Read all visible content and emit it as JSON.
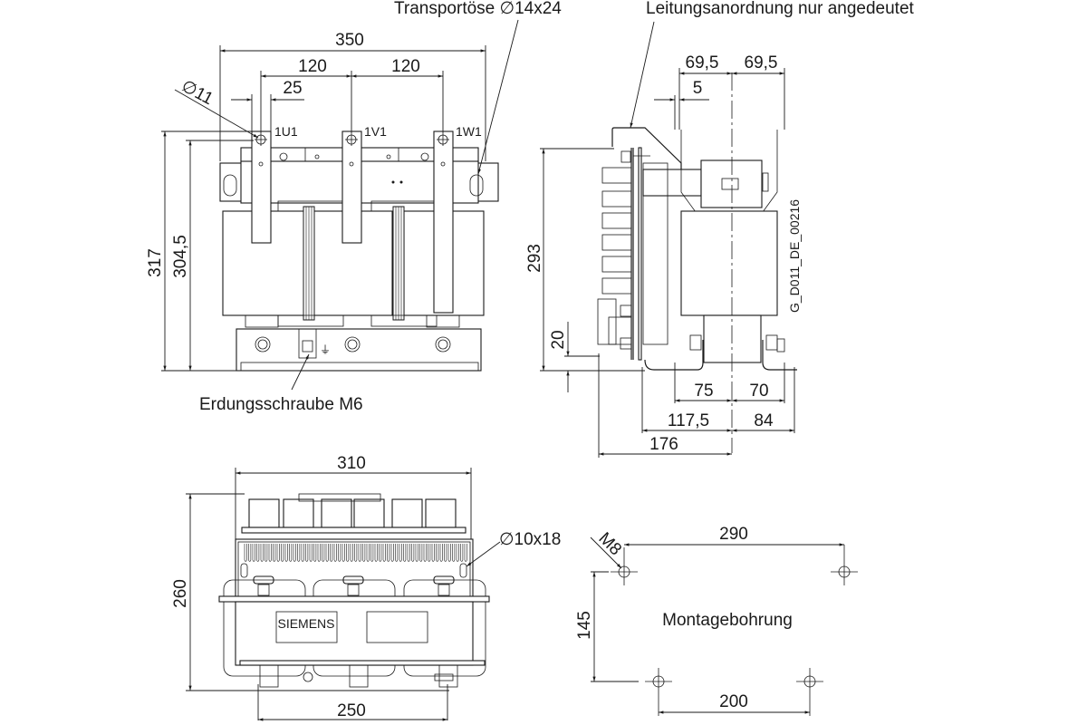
{
  "drawing": {
    "drawing_id": "G_D011_DE_00216",
    "brand": "SIEMENS",
    "annotations": {
      "transport_eye": "Transportöse ∅14x24",
      "cable_note": "Leitungsanordnung nur angedeutet",
      "ground_screw": "Erdungsschraube M6",
      "slot": "∅10x18",
      "mounting_holes": "Montagebohrung",
      "thread": "M8",
      "hole_dia": "∅11"
    },
    "terminals": [
      "1U1",
      "1V1",
      "1W1"
    ],
    "front_view": {
      "overall_width": "350",
      "terminal_pitch_1": "120",
      "terminal_pitch_2": "120",
      "terminal_width": "25",
      "overall_height": "317",
      "terminal_height": "304,5"
    },
    "side_view": {
      "half_width_left": "69,5",
      "half_width_right": "69,5",
      "bracket_offset": "5",
      "height": "293",
      "foot_height": "20",
      "foot_left": "75",
      "foot_right": "70",
      "depth_left": "117,5",
      "depth_right": "84",
      "total_depth": "176"
    },
    "top_view": {
      "width": "310",
      "depth": "260",
      "foot_span": "250"
    },
    "mounting": {
      "top_spacing": "290",
      "bottom_spacing": "200",
      "vertical_spacing": "145"
    }
  }
}
